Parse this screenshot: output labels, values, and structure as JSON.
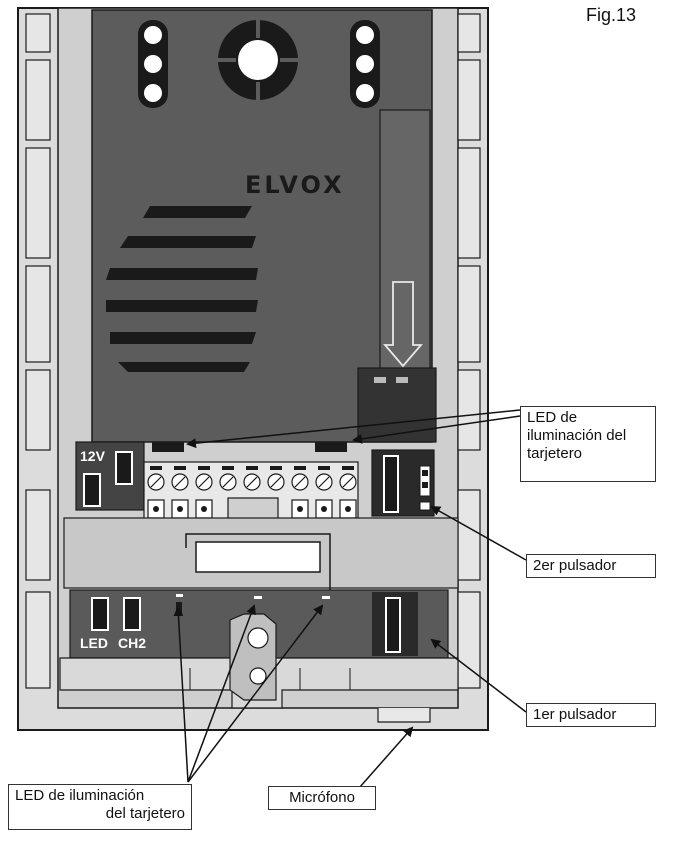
{
  "figure_label": "Fig.13",
  "labels": {
    "led_top_line1": "LED de",
    "led_top_line2": "iluminación del",
    "led_top_line3": "tarjetero",
    "button2": "2er pulsador",
    "button1": "1er pulsador",
    "microphone": "Micrófono",
    "led_bottom_line1": "LED de iluminación",
    "led_bottom_line2": "del tarjetero"
  },
  "device": {
    "brand": "ELVOX",
    "jumper_12v": "12V",
    "jumper_led": "LED",
    "jumper_ch2": "CH2"
  },
  "colors": {
    "panel_dark": "#5a5a5a",
    "housing_light": "#d9d9d9",
    "outline": "#1a1a1a"
  }
}
